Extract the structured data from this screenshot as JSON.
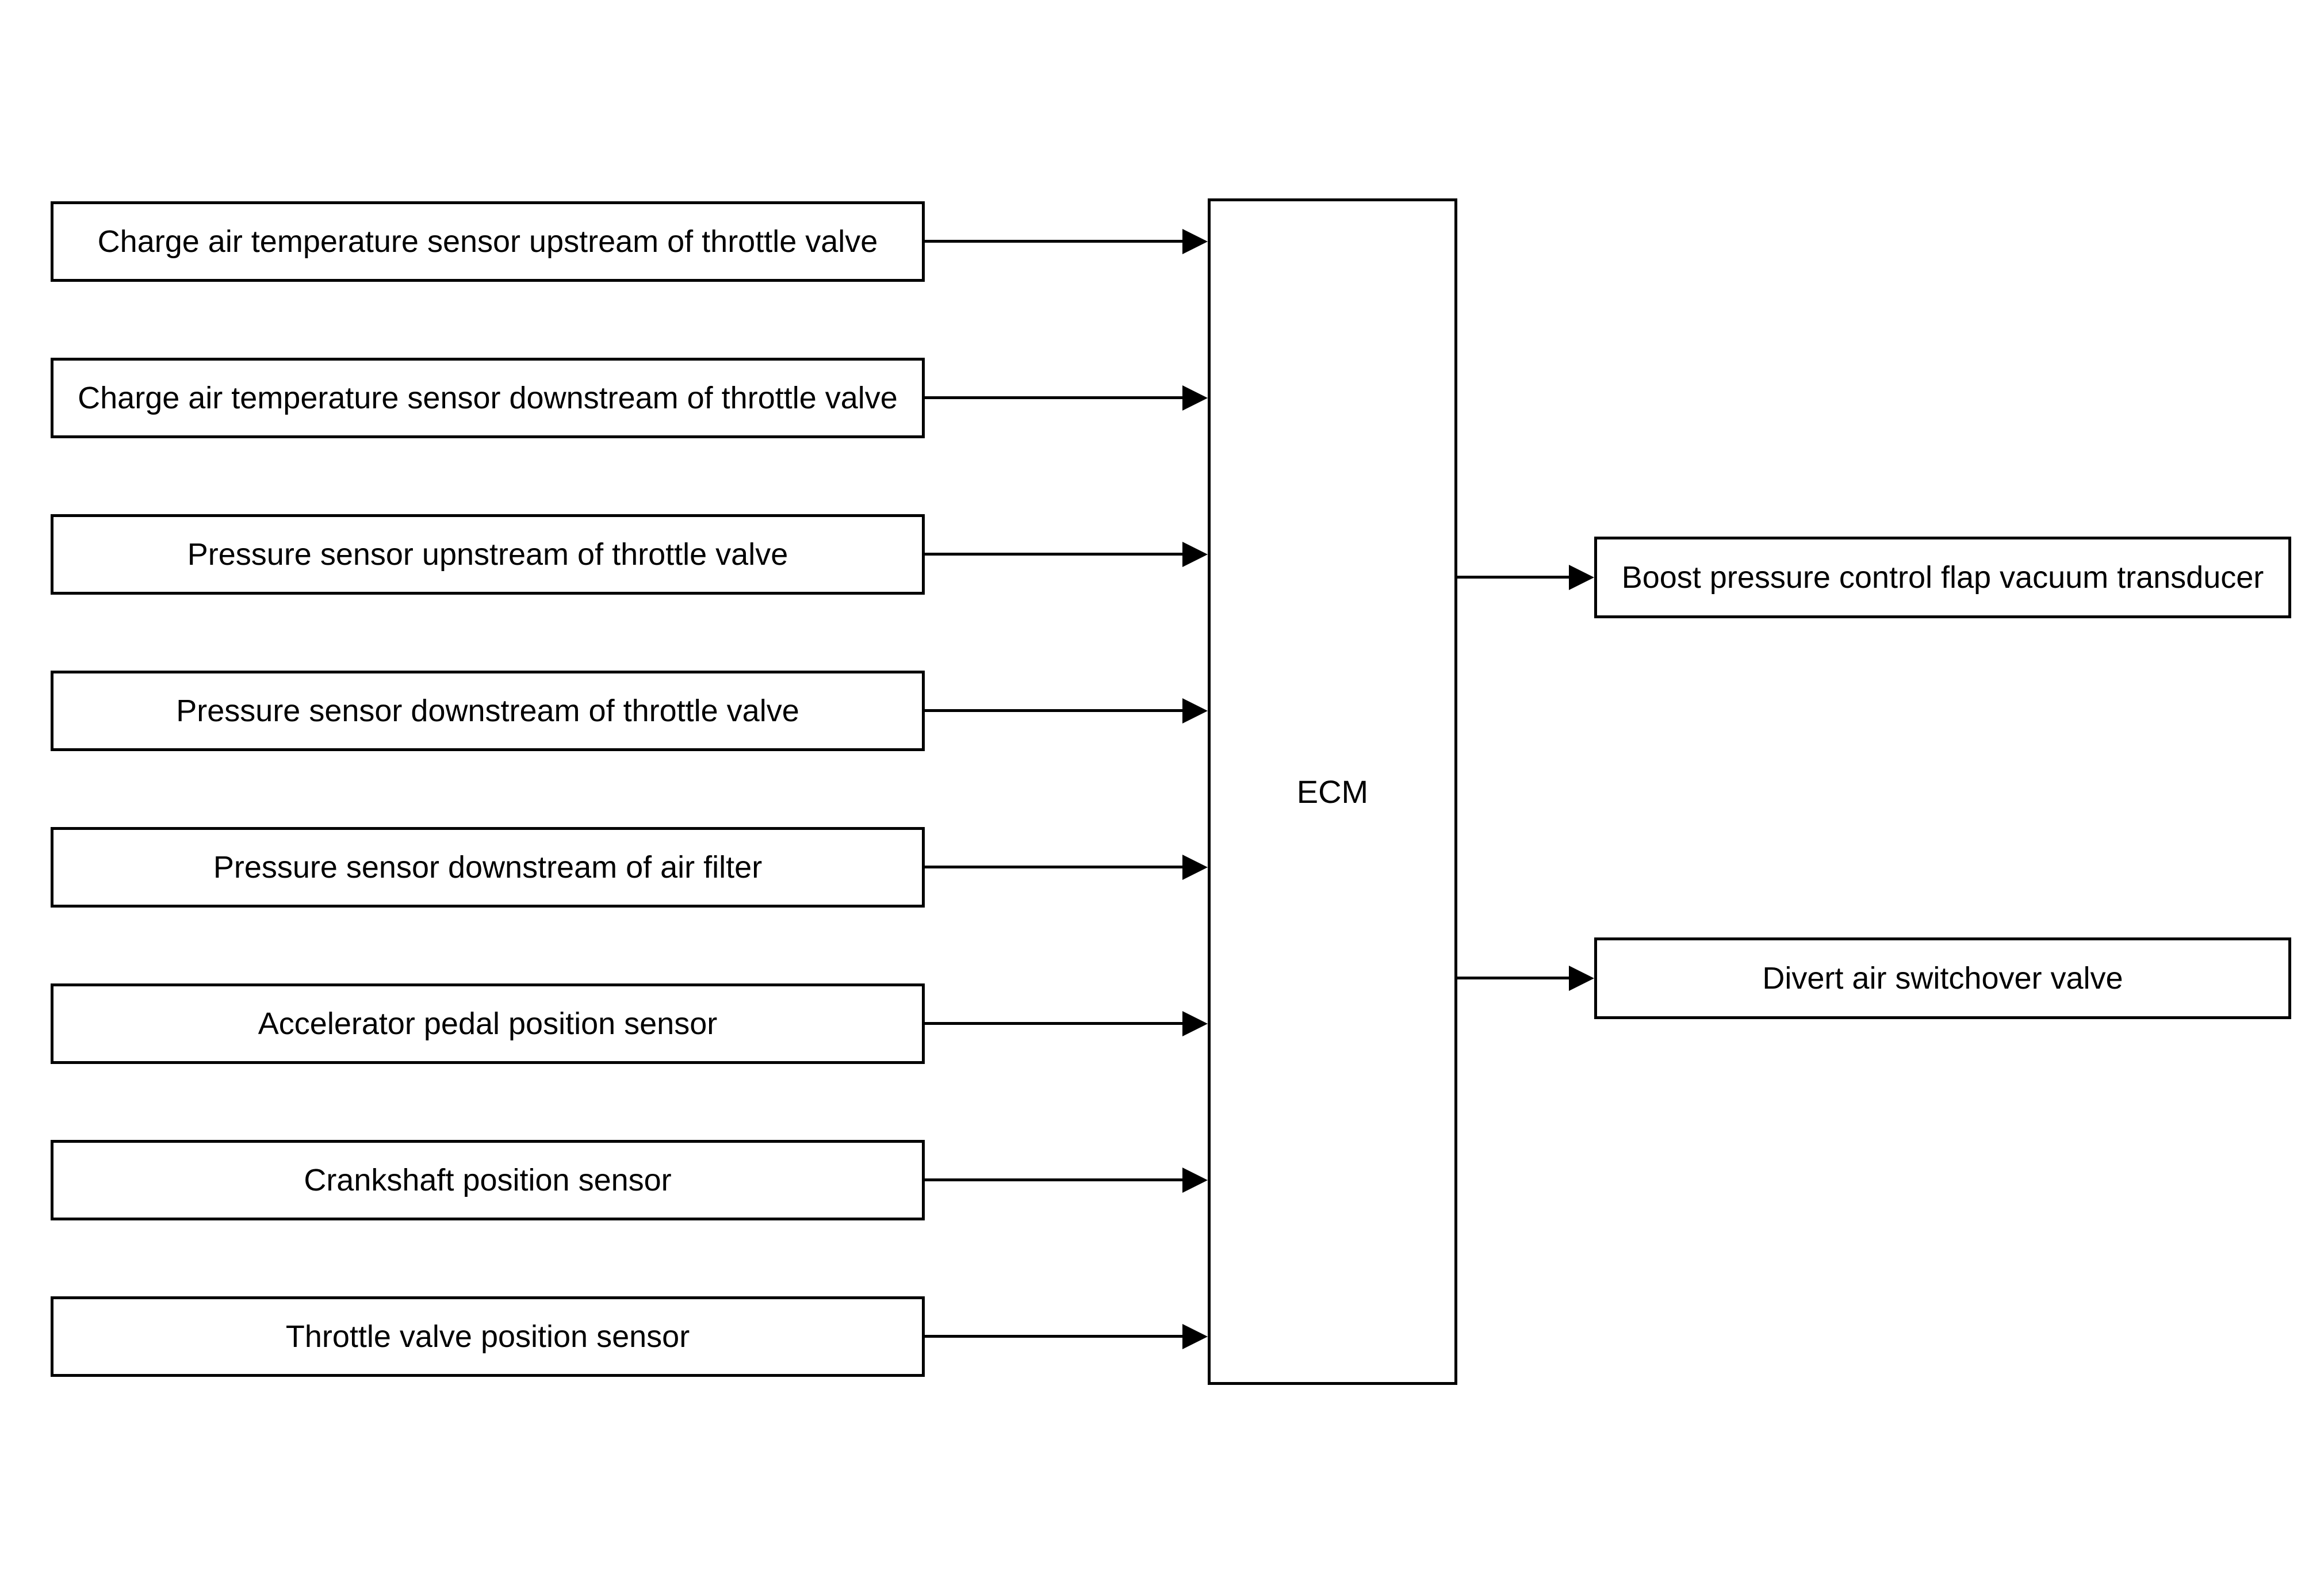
{
  "diagram": {
    "type": "block-diagram",
    "ecm": {
      "label": "ECM"
    },
    "inputs": [
      {
        "label": "Charge air temperature sensor upstream of throttle valve"
      },
      {
        "label": "Charge air temperature sensor downstream of throttle valve"
      },
      {
        "label": "Pressure sensor upnstream of throttle valve"
      },
      {
        "label": "Pressure sensor downstream of throttle valve"
      },
      {
        "label": "Pressure sensor downstream of air filter"
      },
      {
        "label": "Accelerator pedal position sensor"
      },
      {
        "label": "Crankshaft position sensor"
      },
      {
        "label": "Throttle valve position sensor"
      }
    ],
    "outputs": [
      {
        "label": "Boost pressure control flap vacuum transducer"
      },
      {
        "label": "Divert air switchover valve"
      }
    ],
    "colors": {
      "stroke": "#000000",
      "background": "#ffffff",
      "text": "#000000"
    }
  }
}
